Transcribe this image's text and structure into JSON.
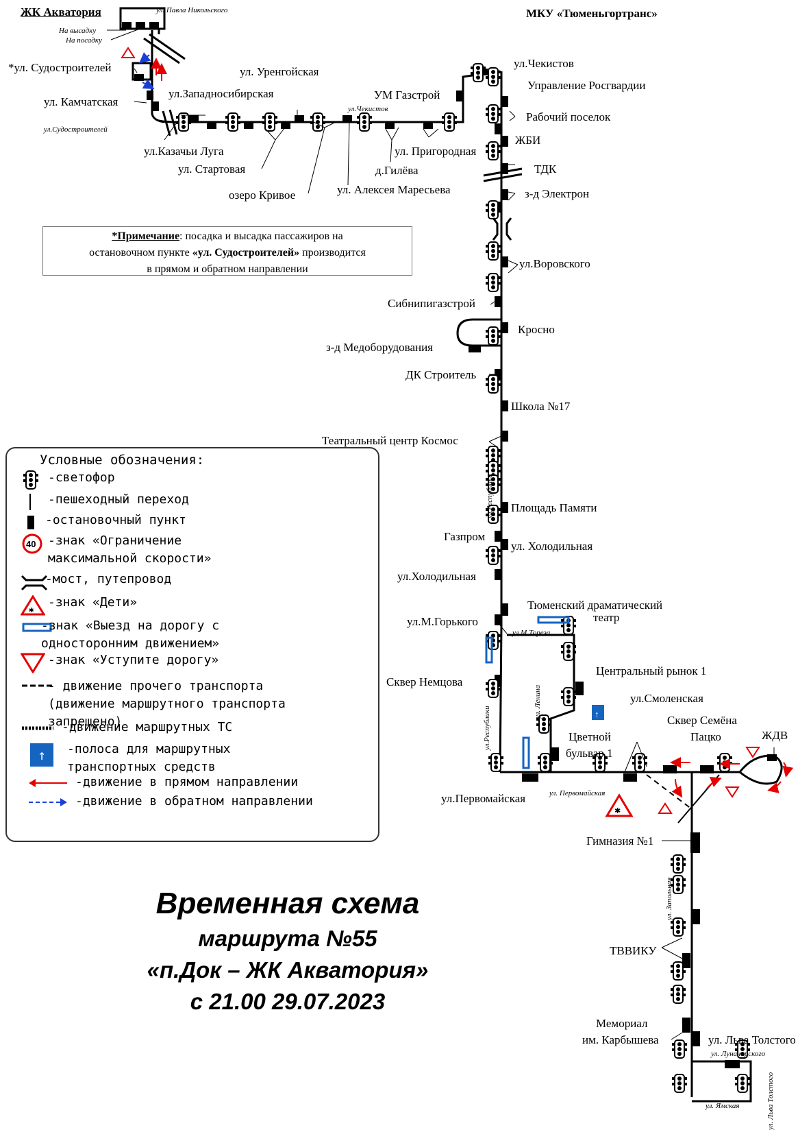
{
  "header": {
    "org": "МКУ «Тюменьгортранс»",
    "destination": "ЖК Акватория"
  },
  "note": {
    "prefix": "*Примечание",
    "text1": ": посадка и высадка пассажиров на",
    "text2a": "остановочном пункте ",
    "stop": "«ул. Судостроителей»",
    "text2b": " производится",
    "text3": "в прямом и обратном направлении"
  },
  "legend": {
    "title": "Условные обозначения:",
    "items": [
      {
        "icon": "traffic-light-icon",
        "text": "-светофор"
      },
      {
        "icon": "crosswalk-icon",
        "text": "-пешеходный переход"
      },
      {
        "icon": "bus-stop-icon",
        "text": "-остановочный пункт"
      },
      {
        "icon": "speed-limit-icon",
        "text": "-знак «Ограничение\nмаксимальной скорости»",
        "sign": "40"
      },
      {
        "icon": "bridge-icon",
        "text": "-мост, путепровод"
      },
      {
        "icon": "children-sign-icon",
        "text": "-знак «Дети»"
      },
      {
        "icon": "one-way-sign-icon",
        "text": "-знак «Выезд на дорогу с\nодносторонним движением»"
      },
      {
        "icon": "yield-sign-icon",
        "text": "-знак «Уступите дорогу»"
      },
      {
        "icon": "dashed-line-icon",
        "text": "- движение прочего транспорта\n(движение маршрутного транспорта\nзапрещено)"
      },
      {
        "icon": "route-line-icon",
        "text": "-движение маршрутных ТС"
      },
      {
        "icon": "bus-lane-icon",
        "text": "-полоса для маршрутных\nтранспортных средств"
      },
      {
        "icon": "red-arrow-icon",
        "text": "-движение в прямом направлении"
      },
      {
        "icon": "blue-arrow-icon",
        "text": "-движение в обратном направлении"
      }
    ]
  },
  "title": {
    "line1": "Временная схема",
    "line2": "маршрута №55",
    "line3": "«п.Док – ЖК Акватория»",
    "line4": "с 21.00 29.07.2023"
  },
  "stops_top": {
    "na_vysadku": "На высадку",
    "na_posadku": "На посадку",
    "pavla": "ул. Павла Никольского",
    "sudostr": "*ул. Судостроителей",
    "kamchatskaya": "ул. Камчатская",
    "sudostr_street": "ул.Судостроителей",
    "zapadnosib": "ул.Западносибирская",
    "urengoy": "ул. Уренгойская",
    "chekistov_street": "ул.Чекистов",
    "um_gazstroy": "УМ Газстрой",
    "kazachi": "ул.Казачьи Луга",
    "startovaya": "ул. Стартовая",
    "ozero": "озеро Кривое",
    "maresyeva": "ул. Алексея Маресьева",
    "gilyova": "д.Гилёва",
    "prigorodnaya": "ул. Пригородная"
  },
  "stops_main": {
    "chekistov": "ул.Чекистов",
    "rosgvardia": "Управление Росгвардии",
    "rabochiy": "Рабочий поселок",
    "zhbi": "ЖБИ",
    "tdk": "ТДК",
    "elektron": "з-д Электрон",
    "vorovskogo": "ул.Воровского",
    "sibnipi": "Сибнипигазстрой",
    "krosno": "Кросно",
    "medobor": "з-д Медоборудования",
    "dk": "ДК Строитель",
    "school": "Школа №17",
    "kosmos": "Театральный центр Космос",
    "respubliki1": "ул.Республики",
    "ploshchad": "Площадь Памяти",
    "gazprom": "Газпром",
    "kholod1": "ул. Холодильная",
    "kholod2": "ул.Холодильная",
    "teatr1": "Тюменский драматический",
    "teatr2": "театр",
    "gorkogo": "ул.М.Горького",
    "toreza": "ул.М.Тореза",
    "nemtsova": "Сквер Немцова",
    "respubliki2": "ул.Республики",
    "lenina": "ул. Ленина",
    "rynok": "Центральный рынок 1",
    "smolenskaya": "ул.Смоленская",
    "patsko1": "Сквер Семёна",
    "patsko2": "Пацко",
    "zhdv": "ЖДВ",
    "tsvetnoy1": "Цветной",
    "tsvetnoy2": "бульвар 1",
    "pervomayskaya": "ул.Первомайская",
    "pervomayskaya_street": "ул. Первомайская"
  },
  "stops_bottom": {
    "gymnasia": "Гимназия №1",
    "zapolnaya": "ул. Запольная",
    "tvviku": "ТВВИКУ",
    "memorial1": "Мемориал",
    "memorial2": "им. Карбышева",
    "tolstogo": "ул. Льва Толстого",
    "lunacharskogo": "ул. Луначарского",
    "tolstogo_street": "ул. Льва Толстого",
    "yamskaya": "ул. Ямская"
  },
  "colors": {
    "route": "#000000",
    "forward": "#e60000",
    "reverse": "#1a3fd6",
    "lane": "#1565c0"
  }
}
